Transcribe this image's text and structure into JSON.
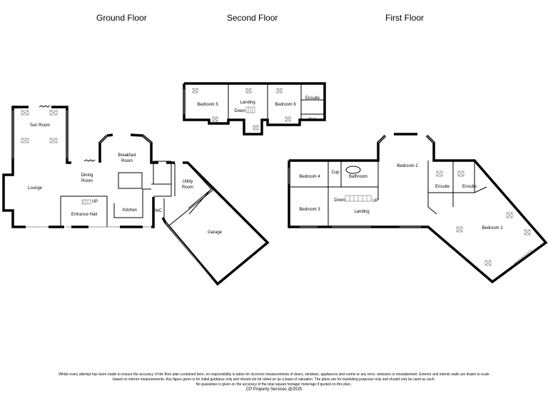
{
  "floors": {
    "ground": {
      "title": "Ground Floor",
      "rooms": {
        "sun_room": "Sun Room",
        "lounge": "Lounge",
        "dining_room": "Dining Room",
        "breakfast_room": "Breakfast Room",
        "entrance_hall": "Entrance Hall",
        "kitchen": "Kitchen",
        "utility_room": "Utility Room",
        "wc": "WC",
        "garage": "Garage"
      },
      "stairs_label": "UP"
    },
    "second": {
      "title": "Second Floor",
      "rooms": {
        "bedroom5": "Bedroom 5",
        "landing": "Landing",
        "bedroom6": "Bedroom 6",
        "ensuite": "Ensuite",
        "cup": "Cup"
      },
      "stairs_label": "Down"
    },
    "first": {
      "title": "First Floor",
      "rooms": {
        "bedroom4": "Bedroom 4",
        "cup": "Cup",
        "bathroom": "Bathroom",
        "bedroom2": "Bedroom 2",
        "ensuite_a": "Ensuite",
        "ensuite_b": "Ensuite",
        "bedroom3": "Bedroom 3",
        "landing": "Landing",
        "bedroom1": "Bedroom 1"
      },
      "stairs_down": "Down",
      "stairs_up": "UP"
    }
  },
  "disclaimer": {
    "line1": "Whilst every attempt has been made to ensure the accuracy of the floor plan contained here, no responsibility is taken for incorrect measurements of doors, windows, appliances and rooms or any error, omission or misstatement. Exterior and interior walls are drawn to scale",
    "line2": "based on interior measurements. Any figure given is for initial guidance only and should not be relied on as a basis of valuation. The plans are for marketing purposes only and should only be used as such.",
    "line3": "No guarantee is given on the accuracy of the total square footage/ meterage if quoted on this plan..",
    "line4": "CP Property Services @2025"
  }
}
